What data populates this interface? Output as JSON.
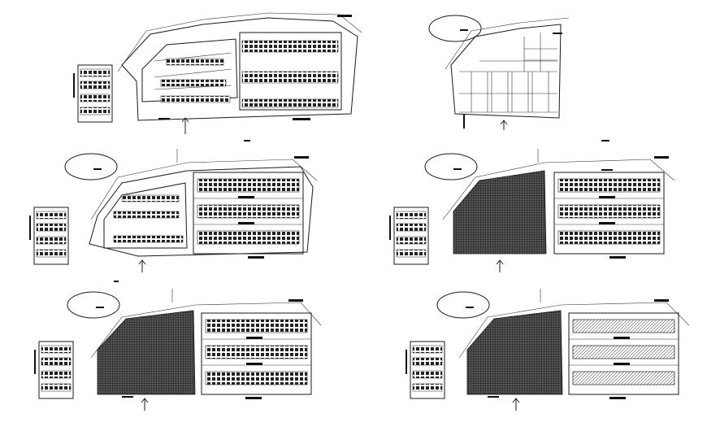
{
  "sheet": {
    "background": "#ffffff",
    "line_color": "#1a1a1a",
    "hatch_color": "#111111"
  },
  "panels": [
    {
      "id": "panel-1",
      "variant": "full-plan"
    },
    {
      "id": "panel-2",
      "variant": "grid-layout"
    },
    {
      "id": "panel-3",
      "variant": "full-plan-with-ellipse"
    },
    {
      "id": "panel-4",
      "variant": "left-block-hatched"
    },
    {
      "id": "panel-5",
      "variant": "left-block-hatched-plots-dark"
    },
    {
      "id": "panel-6",
      "variant": "left-block-hatched-plots-light"
    }
  ]
}
